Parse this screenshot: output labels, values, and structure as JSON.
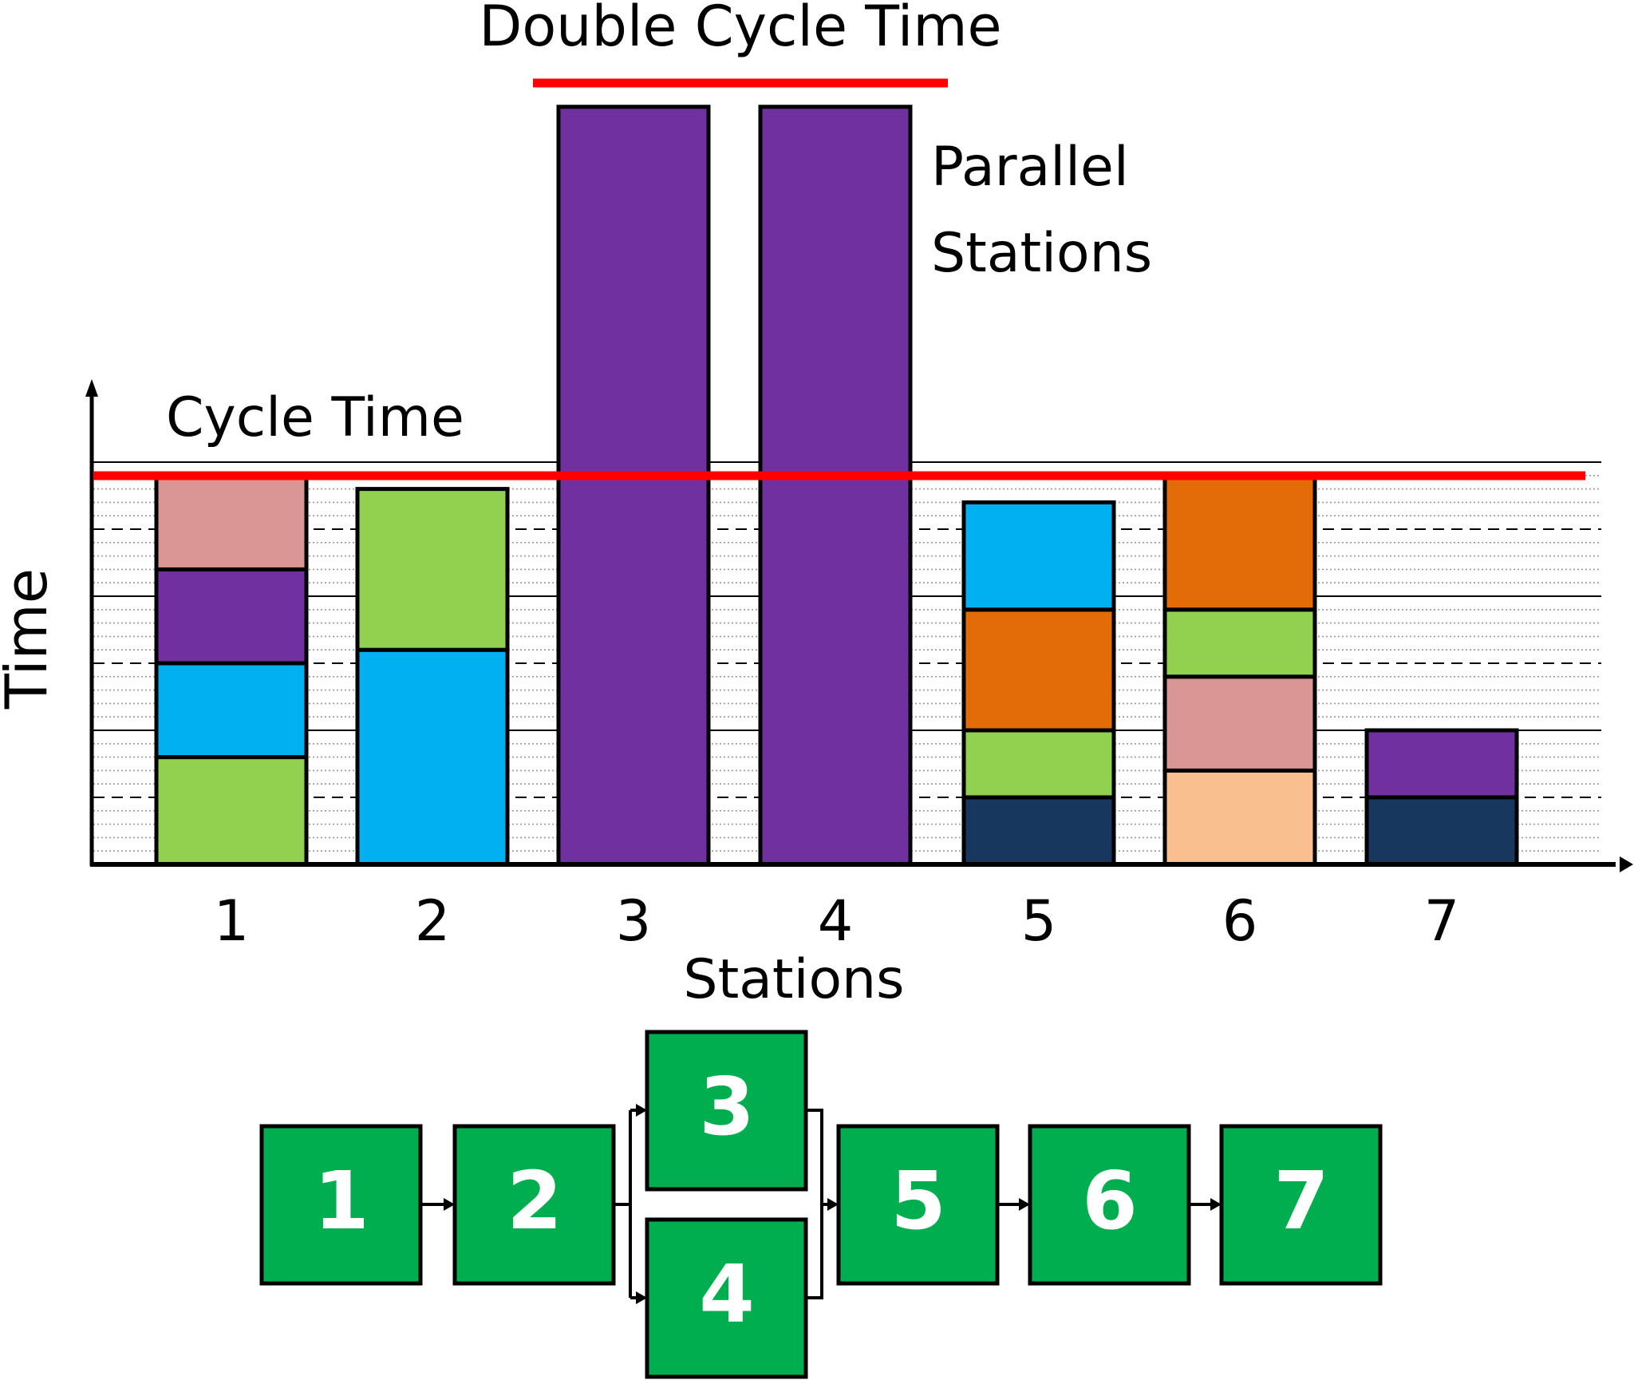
{
  "title": "Double Cycle Time",
  "annotations": {
    "cycle_time_label": "Cycle Time",
    "double_cycle_time_label": "Double Cycle Time",
    "parallel_label_line1": "Parallel",
    "parallel_label_line2": "Stations"
  },
  "axes": {
    "xlabel": "Stations",
    "ylabel": "Time"
  },
  "colors": {
    "green": "#92D050",
    "cyan": "#00B0F0",
    "purple": "#7030A0",
    "pink": "#D99694",
    "orange": "#E36C09",
    "navy": "#17375E",
    "peach": "#F9BF8F",
    "red_line": "#FF0000",
    "flow_box": "#00AE50"
  },
  "chart_data": {
    "type": "bar",
    "stacked": true,
    "title": "",
    "xlabel": "Stations",
    "ylabel": "Time",
    "categories": [
      "1",
      "2",
      "3",
      "4",
      "5",
      "6",
      "7"
    ],
    "ylim": [
      0,
      60
    ],
    "grid": true,
    "reference_lines": [
      {
        "label": "Cycle Time",
        "value": 29,
        "color": "#FF0000",
        "span": "all stations"
      },
      {
        "label": "Double Cycle Time",
        "value": 58,
        "color": "#FF0000",
        "span": "stations 3-4"
      }
    ],
    "annotations": [
      "Parallel Stations"
    ],
    "stations": [
      {
        "station": "1",
        "segments": [
          {
            "color": "green",
            "value": 8
          },
          {
            "color": "cyan",
            "value": 7
          },
          {
            "color": "purple",
            "value": 7
          },
          {
            "color": "pink",
            "value": 7
          }
        ]
      },
      {
        "station": "2",
        "segments": [
          {
            "color": "cyan",
            "value": 16
          },
          {
            "color": "green",
            "value": 12
          }
        ]
      },
      {
        "station": "3",
        "segments": [
          {
            "color": "purple",
            "value": 56.5
          }
        ]
      },
      {
        "station": "4",
        "segments": [
          {
            "color": "purple",
            "value": 56.5
          }
        ]
      },
      {
        "station": "5",
        "segments": [
          {
            "color": "navy",
            "value": 5
          },
          {
            "color": "green",
            "value": 5
          },
          {
            "color": "orange",
            "value": 9
          },
          {
            "color": "cyan",
            "value": 8
          }
        ]
      },
      {
        "station": "6",
        "segments": [
          {
            "color": "peach",
            "value": 7
          },
          {
            "color": "pink",
            "value": 7
          },
          {
            "color": "green",
            "value": 5
          },
          {
            "color": "orange",
            "value": 10
          }
        ]
      },
      {
        "station": "7",
        "segments": [
          {
            "color": "navy",
            "value": 5
          },
          {
            "color": "purple",
            "value": 5
          }
        ]
      }
    ]
  },
  "flow": {
    "boxes": [
      {
        "label": "1"
      },
      {
        "label": "2"
      },
      {
        "label": "3"
      },
      {
        "label": "4"
      },
      {
        "label": "5"
      },
      {
        "label": "6"
      },
      {
        "label": "7"
      }
    ]
  }
}
